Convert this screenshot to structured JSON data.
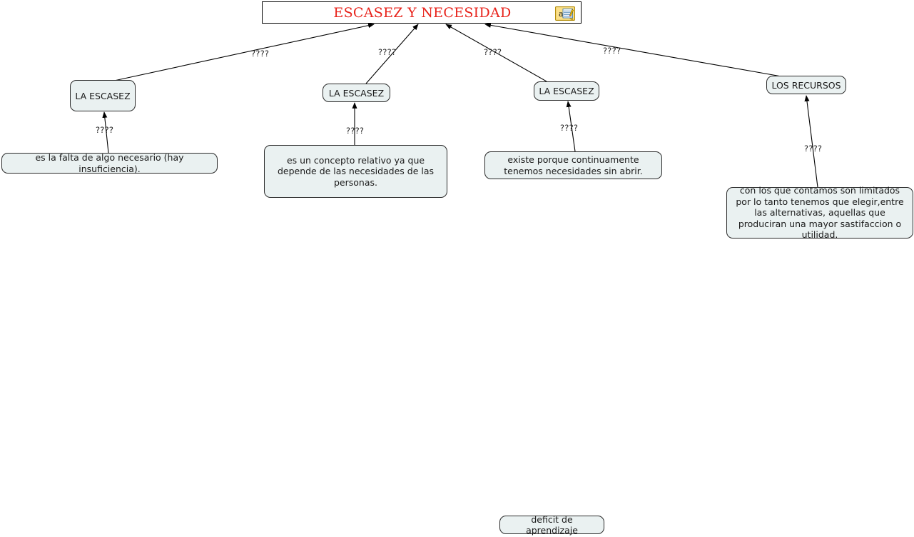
{
  "title": {
    "text": "ESCASEZ Y NECESIDAD",
    "color": "#e8241c",
    "icon": "annotation-note-icon"
  },
  "nodes": [
    {
      "id": "escasez-1",
      "label": "LA ESCASEZ"
    },
    {
      "id": "escasez-2",
      "label": "LA ESCASEZ"
    },
    {
      "id": "escasez-3",
      "label": "LA ESCASEZ"
    },
    {
      "id": "recursos",
      "label": "LOS RECURSOS"
    }
  ],
  "descriptions": [
    {
      "id": "desc-1",
      "text": "es la falta de algo necesario (hay insuficiencia)."
    },
    {
      "id": "desc-2",
      "text": "es un concepto relativo ya que depende de las necesidades de las personas."
    },
    {
      "id": "desc-3",
      "text": "existe porque continuamente tenemos necesidades sin abrir."
    },
    {
      "id": "desc-4",
      "text": "con los que contamos son limitados por lo tanto tenemos que elegir,entre las alternativas, aquellas que produciran una mayor sastifaccion o utilidad."
    }
  ],
  "link_labels": {
    "title_to_escasez_1": "????",
    "title_to_escasez_2": "????",
    "title_to_escasez_3": "????",
    "title_to_recursos": "????",
    "escasez_1_to_desc_1": "????",
    "escasez_2_to_desc_2": "????",
    "escasez_3_to_desc_3": "????",
    "recursos_to_desc_4": "????"
  },
  "footer": {
    "label": "deficit de aprendizaje"
  },
  "colors": {
    "node_fill": "#eaf1f1",
    "node_border": "#2a2a2a",
    "title_border": "#000000",
    "title_fill": "#ffffff",
    "edge": "#000000",
    "text": "#1a1a1a"
  }
}
